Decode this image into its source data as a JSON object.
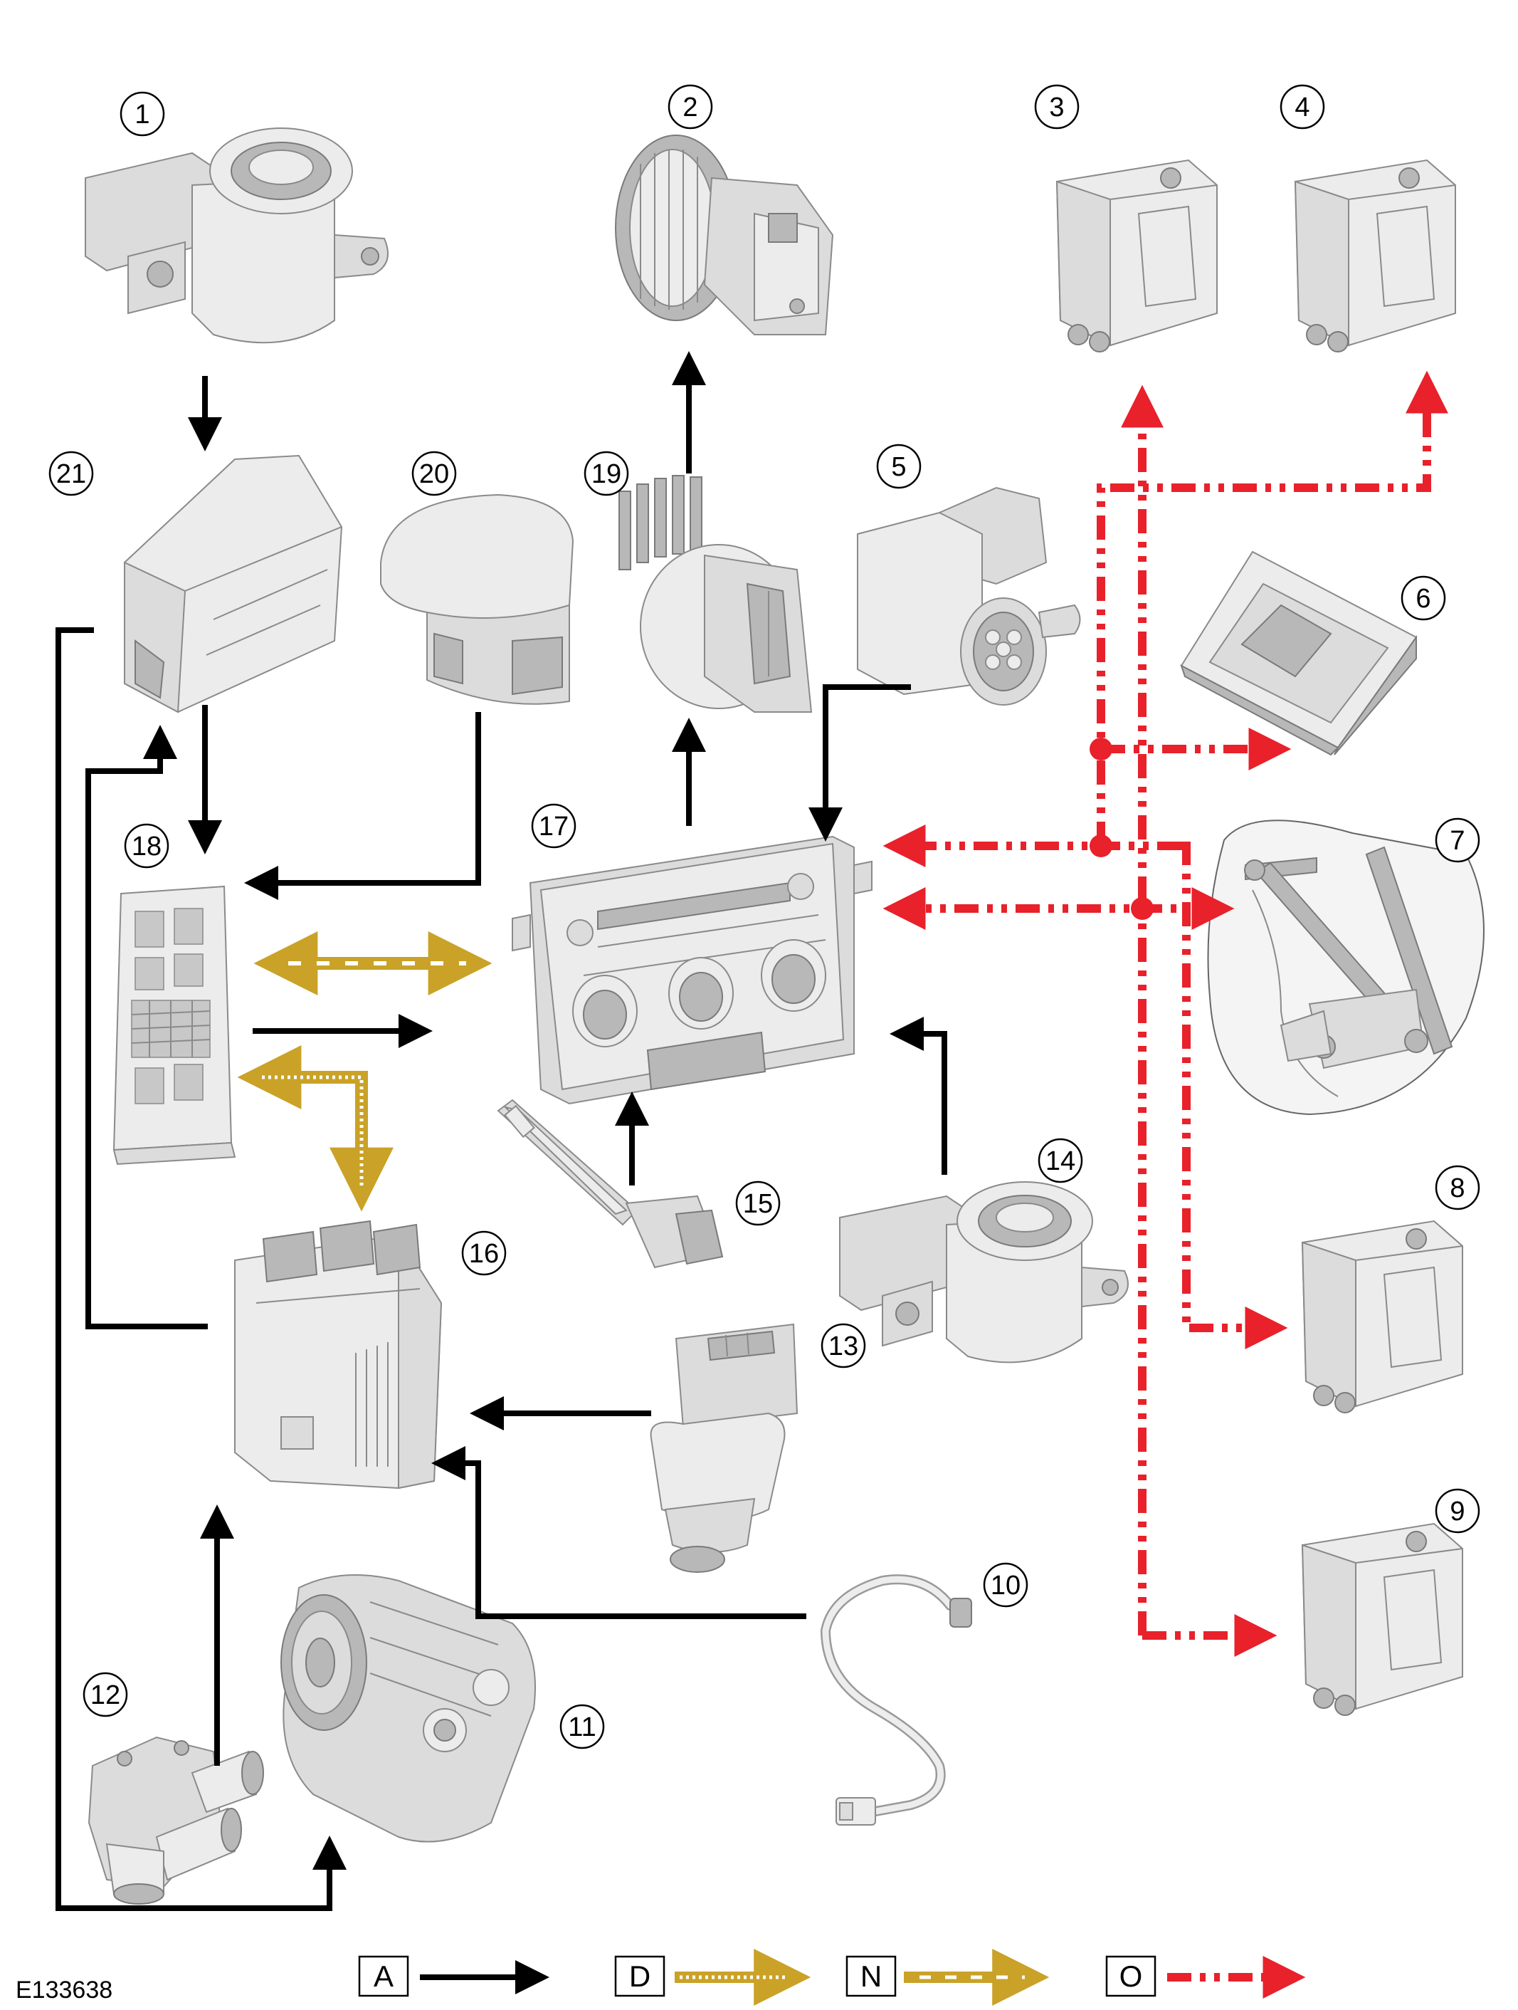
{
  "components": [
    {
      "number": "1",
      "icon": "ignition-switch-icon"
    },
    {
      "number": "2",
      "icon": "blower-motor-icon"
    },
    {
      "number": "3",
      "icon": "servo-actuator-icon"
    },
    {
      "number": "4",
      "icon": "servo-actuator-icon"
    },
    {
      "number": "5",
      "icon": "sensor-connector-icon"
    },
    {
      "number": "6",
      "icon": "sensor-module-icon"
    },
    {
      "number": "7",
      "icon": "flap-linkage-icon"
    },
    {
      "number": "8",
      "icon": "servo-actuator-icon"
    },
    {
      "number": "9",
      "icon": "servo-actuator-icon"
    },
    {
      "number": "10",
      "icon": "wire-harness-sensor-icon"
    },
    {
      "number": "11",
      "icon": "ac-compressor-icon"
    },
    {
      "number": "12",
      "icon": "coolant-housing-icon"
    },
    {
      "number": "13",
      "icon": "pressure-sensor-icon"
    },
    {
      "number": "14",
      "icon": "ignition-switch-icon"
    },
    {
      "number": "15",
      "icon": "temperature-sensor-icon"
    },
    {
      "number": "16",
      "icon": "engine-control-module-icon"
    },
    {
      "number": "17",
      "icon": "climate-control-panel-icon"
    },
    {
      "number": "18",
      "icon": "fuse-box-module-icon"
    },
    {
      "number": "19",
      "icon": "blower-resistor-icon"
    },
    {
      "number": "20",
      "icon": "interior-sensor-cover-icon"
    },
    {
      "number": "21",
      "icon": "control-module-housing-icon"
    }
  ],
  "legend": [
    {
      "letter": "A",
      "style": "solid"
    },
    {
      "letter": "D",
      "style": "dotted"
    },
    {
      "letter": "N",
      "style": "dashed"
    },
    {
      "letter": "O",
      "style": "dash-dot"
    }
  ],
  "colors": {
    "hardwired": "#000000",
    "bus": "#c9a227",
    "lin": "#e8212b",
    "component": "#dcdcdc"
  },
  "reference": "E133638"
}
